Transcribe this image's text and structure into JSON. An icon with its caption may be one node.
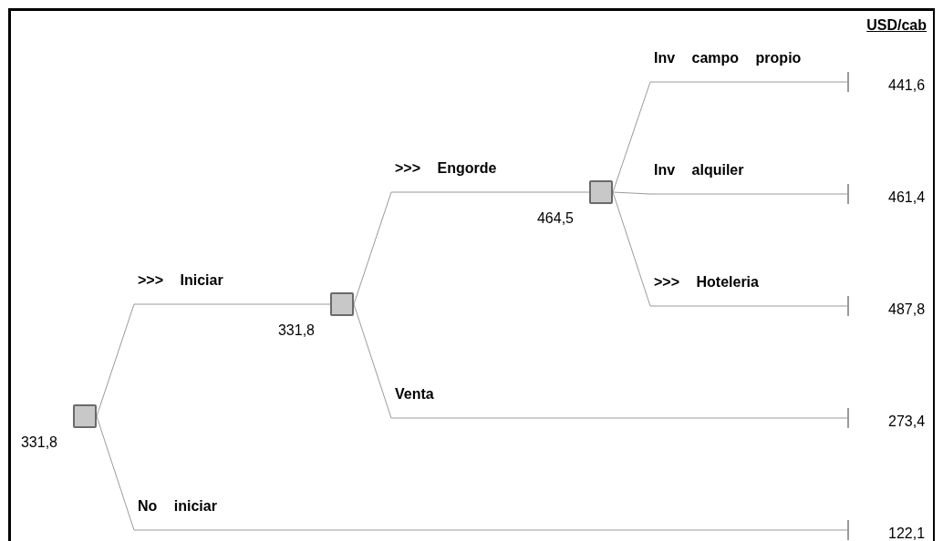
{
  "diagram": {
    "nodes": [
      {
        "text": [],
        "shape": "box",
        "beside": [
          "331,8"
        ]
      },
      {
        "text": [],
        "shape": "box",
        "beside": [
          "331,8"
        ]
      },
      {
        "text": [],
        "shape": "box",
        "beside": [
          "464,5"
        ]
      },
      {
        "text": [],
        "shape": "bar",
        "beside": [
          "441,6"
        ]
      },
      {
        "text": [],
        "shape": "bar",
        "beside": [
          "461,4"
        ]
      },
      {
        "text": [],
        "shape": "bar",
        "beside": [
          "487,8"
        ]
      },
      {
        "text": [],
        "shape": "bar",
        "beside": [
          "273,4"
        ]
      },
      {
        "text": [],
        "shape": "bar",
        "beside": [
          "122,1"
        ]
      }
    ],
    "edges": [
      {
        "from": 0,
        "to": 1,
        "arrow": "none",
        "label": ">>> Iniciar"
      },
      {
        "from": 1,
        "to": 2,
        "arrow": "none",
        "label": ">>> Engorde"
      },
      {
        "from": 2,
        "to": 3,
        "arrow": "none",
        "label": "Inv campo propio"
      },
      {
        "from": 2,
        "to": 4,
        "arrow": "none",
        "label": "Inv alquiler"
      },
      {
        "from": 2,
        "to": 5,
        "arrow": "none",
        "label": ">>> Hoteleria"
      },
      {
        "from": 1,
        "to": 6,
        "arrow": "none",
        "label": "Venta"
      },
      {
        "from": 0,
        "to": 7,
        "arrow": "none",
        "label": "No iniciar"
      }
    ],
    "labels": [
      "USD/cab"
    ]
  }
}
